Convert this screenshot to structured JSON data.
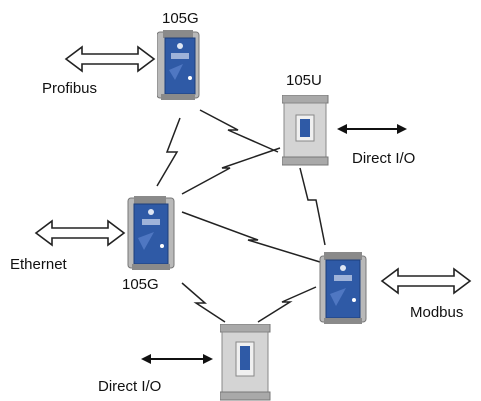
{
  "labels": {
    "top_device": "105G",
    "top_protocol": "Profibus",
    "right_top_device": "105U",
    "right_top_io": "Direct I/O",
    "left_device": "105G",
    "left_protocol": "Ethernet",
    "right_protocol": "Modbus",
    "bottom_io": "Direct I/O"
  },
  "colors": {
    "blue_device": "#2f5aa6",
    "grey_device": "#c9c9c9",
    "line": "#222222"
  }
}
